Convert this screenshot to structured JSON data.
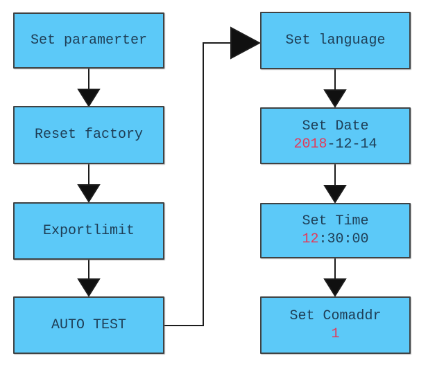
{
  "diagram": {
    "type": "flowchart",
    "description": "Device menu setting flow, two columns of steps",
    "colors": {
      "box_fill": "#5CC9F8",
      "box_border": "#3F4243",
      "text": "#1E3D55",
      "highlight": "#E23B5B",
      "arrow": "#1C1C1C",
      "background": "#FFFFFF"
    },
    "nodes": [
      {
        "id": "set-parameter",
        "label": "Set paramerter"
      },
      {
        "id": "reset-factory",
        "label": "Reset factory"
      },
      {
        "id": "exportlimit",
        "label": "Exportlimit"
      },
      {
        "id": "auto-test",
        "label": "AUTO TEST"
      },
      {
        "id": "set-language",
        "label": "Set language"
      },
      {
        "id": "set-date",
        "label": "Set Date",
        "value_highlight": "2018",
        "value_rest": "-12-14"
      },
      {
        "id": "set-time",
        "label": "Set Time",
        "value_highlight": "12",
        "value_rest": ":30:00"
      },
      {
        "id": "set-comaddr",
        "label": "Set Comaddr",
        "value_highlight": "1",
        "value_rest": ""
      }
    ],
    "edges": [
      {
        "from": "set-parameter",
        "to": "reset-factory"
      },
      {
        "from": "reset-factory",
        "to": "exportlimit"
      },
      {
        "from": "exportlimit",
        "to": "auto-test"
      },
      {
        "from": "auto-test",
        "to": "set-language"
      },
      {
        "from": "set-language",
        "to": "set-date"
      },
      {
        "from": "set-date",
        "to": "set-time"
      },
      {
        "from": "set-time",
        "to": "set-comaddr"
      }
    ]
  }
}
